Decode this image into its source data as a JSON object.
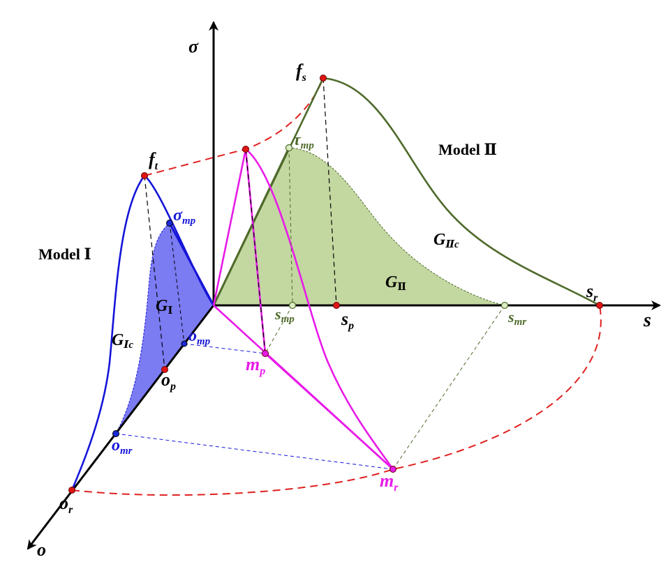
{
  "axes": {
    "sigma": "σ",
    "s": "s",
    "o": "o"
  },
  "models": {
    "model1": "Model Ⅰ",
    "model2": "Model Ⅱ"
  },
  "points": {
    "f": "f",
    "f_t_sub": "t",
    "f_s_sub": "s",
    "sigma": "σ",
    "sigma_mp_sub": "mp",
    "tau": "τ",
    "tau_mp_sub": "mp",
    "s": "s",
    "s_mp_sub": "mp",
    "s_p_sub": "p",
    "s_mr_sub": "mr",
    "s_r_sub": "r",
    "o": "o",
    "o_mp_sub": "mp",
    "o_p_sub": "p",
    "o_mr_sub": "mr",
    "o_r_sub": "r",
    "m": "m",
    "m_p_sub": "p",
    "m_r_sub": "r"
  },
  "energies": {
    "G": "G",
    "g1_sub": "Ⅰ",
    "g1c_sub": "Ⅰc",
    "g2_sub": "Ⅱ",
    "g2c_sub": "Ⅱc"
  },
  "colors": {
    "axis": "#000000",
    "model1": "#1515d8",
    "model1_fill": "#7b7bf2",
    "model2": "#4e6a2a",
    "model2_fill": "#c3d7a0",
    "mixed": "#e81be8",
    "envelope": "#e02020",
    "marker_red": "#e01515",
    "marker_blue": "#1a2ad6",
    "marker_green_fill": "#dcebc4",
    "marker_pink": "#e81be8"
  }
}
